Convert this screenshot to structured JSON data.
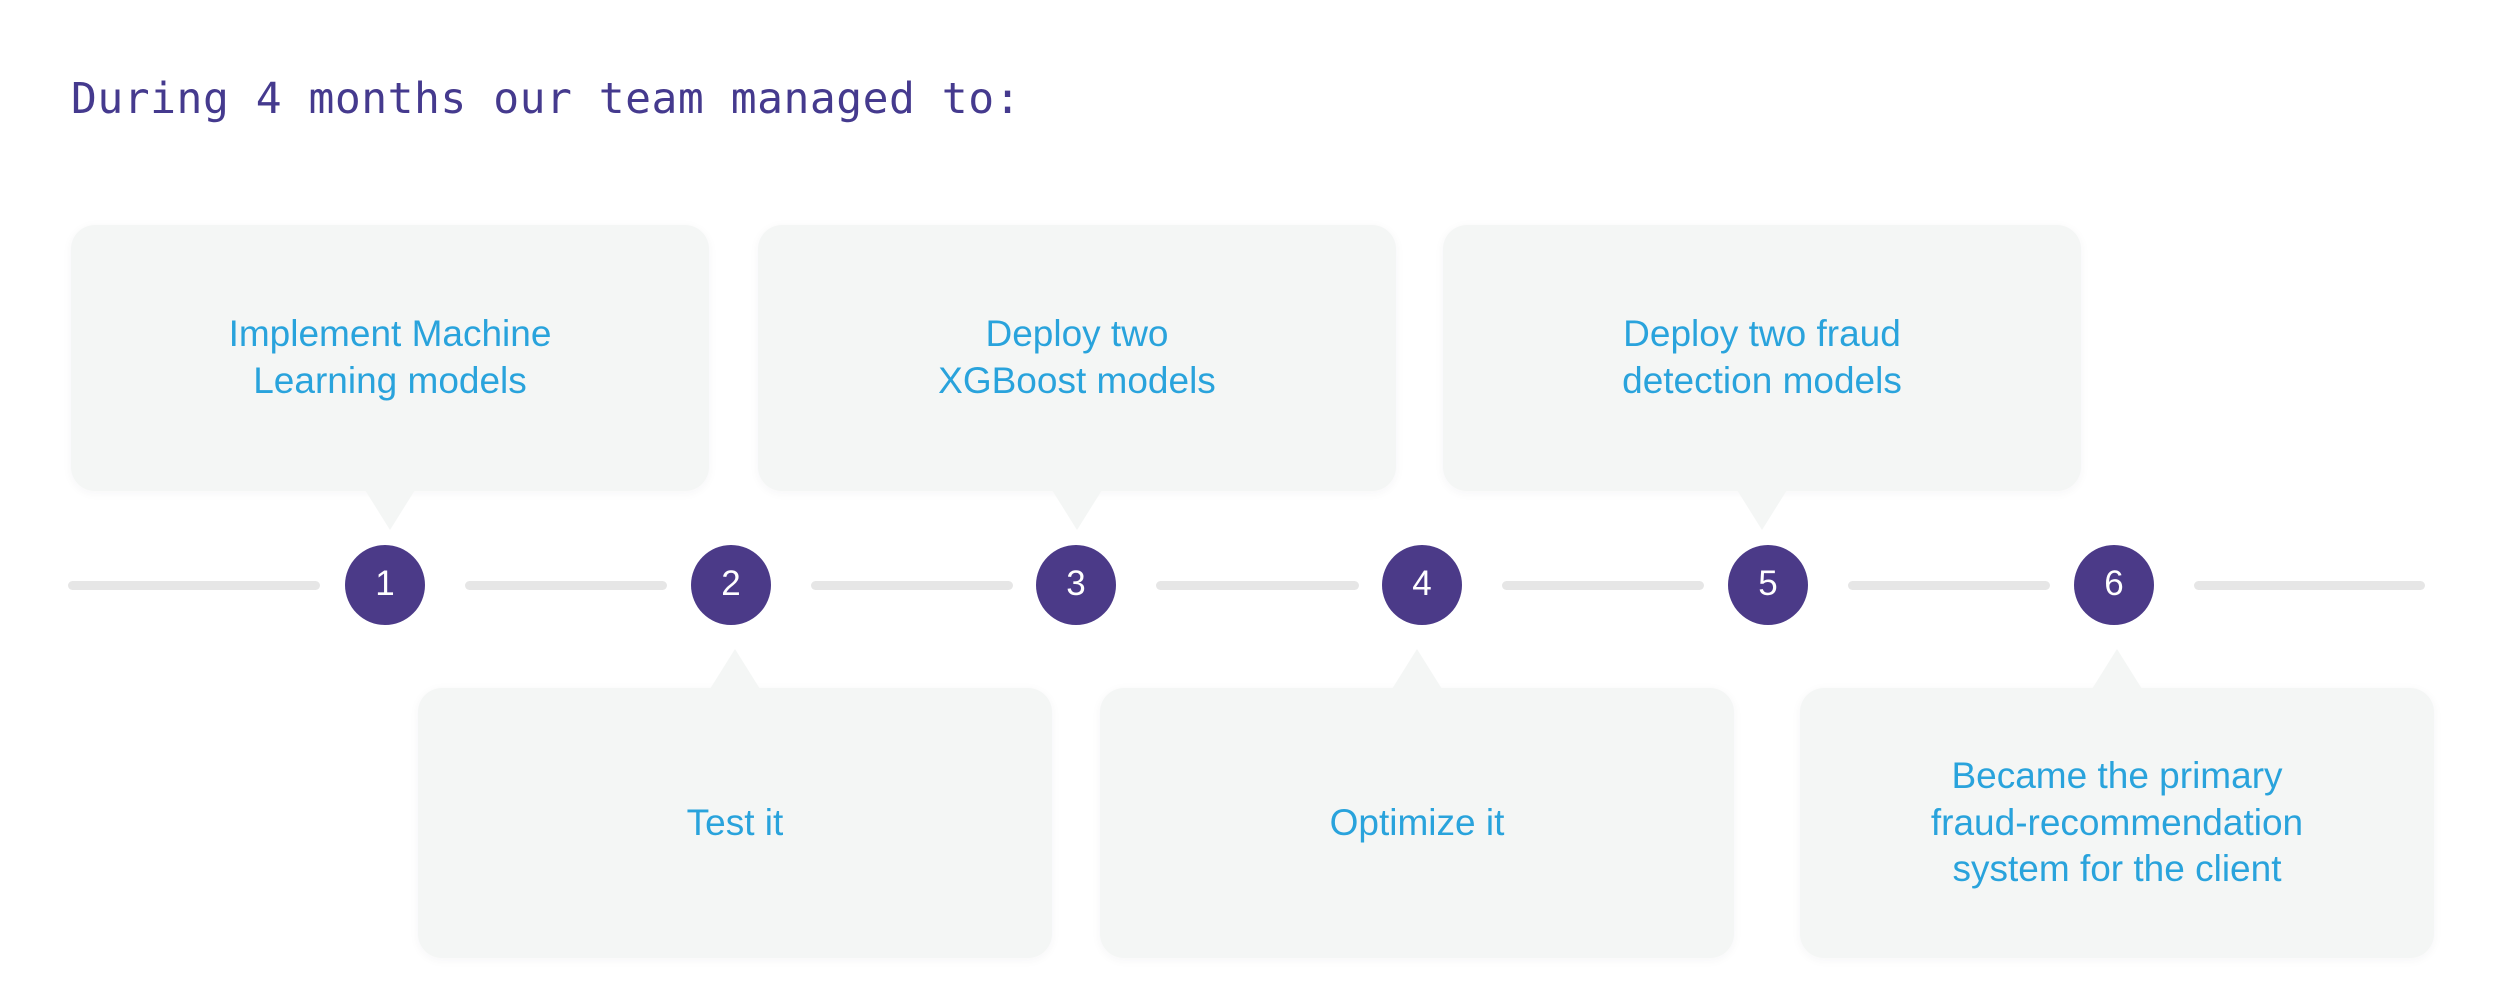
{
  "page": {
    "background_color": "#ffffff",
    "heading": "During 4 months our team managed to:"
  },
  "theme": {
    "heading_color": "#453a8e",
    "node_color": "#4b3a88",
    "node_text_color": "#ffffff",
    "card_background": "#f4f6f5",
    "card_text_color": "#29a3dc",
    "line_color": "#e6e6e6"
  },
  "timeline": {
    "nodes": [
      {
        "number": "1",
        "position": "above"
      },
      {
        "number": "2",
        "position": "below"
      },
      {
        "number": "3",
        "position": "above"
      },
      {
        "number": "4",
        "position": "below"
      },
      {
        "number": "5",
        "position": "above"
      },
      {
        "number": "6",
        "position": "below"
      }
    ],
    "cards": [
      {
        "step": "1",
        "text": "Implement Machine\nLearning models",
        "position": "above"
      },
      {
        "step": "2",
        "text": "Test it",
        "position": "below"
      },
      {
        "step": "3",
        "text": "Deploy two\nXGBoost models",
        "position": "above"
      },
      {
        "step": "4",
        "text": "Optimize it",
        "position": "below"
      },
      {
        "step": "5",
        "text": "Deploy two fraud\ndetection models",
        "position": "above"
      },
      {
        "step": "6",
        "text": "Became the primary\nfraud-recommendation\nsystem for the client",
        "position": "below"
      }
    ]
  }
}
